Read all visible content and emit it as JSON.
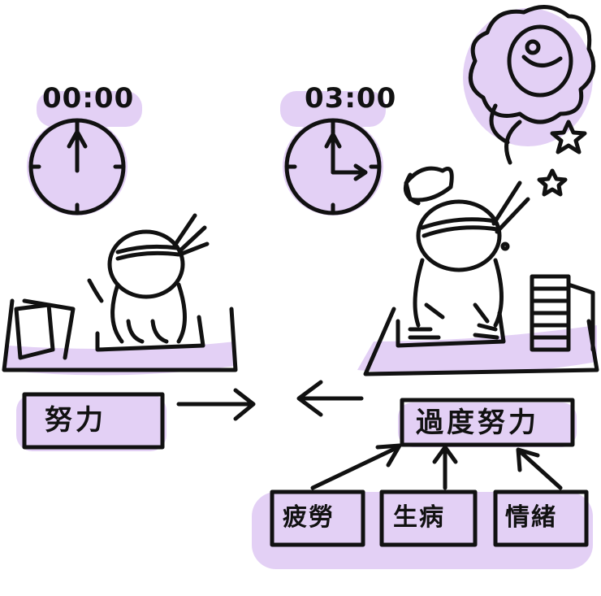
{
  "scene": {
    "left": {
      "time": "00:00",
      "label": "努力"
    },
    "right": {
      "time": "03:00",
      "label": "過度努力"
    },
    "causes": [
      "疲勞",
      "生病",
      "情緒"
    ]
  },
  "colors": {
    "ink": "#111111",
    "highlight": "#e3d0f5"
  }
}
